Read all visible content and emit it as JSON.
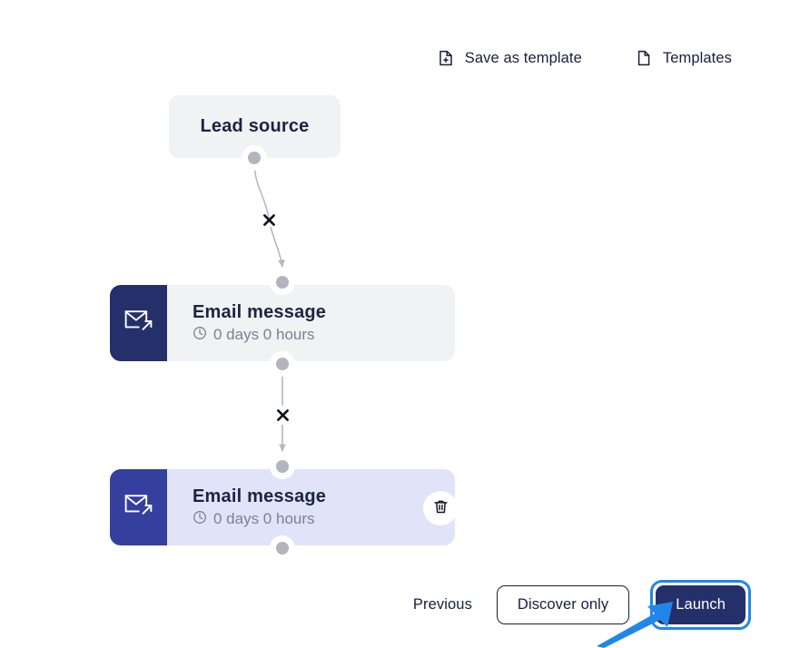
{
  "toolbar": {
    "items": [
      {
        "label": "Save as template",
        "icon": "document-plus-icon",
        "name": "save-as-template-button"
      },
      {
        "label": "Templates",
        "icon": "document-icon",
        "name": "templates-button"
      }
    ]
  },
  "flow": {
    "nodes": [
      {
        "id": "lead-source",
        "type": "trigger",
        "title": "Lead source",
        "selected": false,
        "background": "#f1f2f4"
      },
      {
        "id": "email-message-1",
        "type": "email",
        "title": "Email message",
        "delay": "0 days 0 hours",
        "icon": "email-send-icon",
        "selected": false,
        "background": "#f1f2f4",
        "icon_panel_color": "#25306a"
      },
      {
        "id": "email-message-2",
        "type": "email",
        "title": "Email message",
        "delay": "0 days 0 hours",
        "icon": "email-send-icon",
        "selected": true,
        "background": "#e1e4f8",
        "icon_panel_color": "#343f9e",
        "delete_icon": "trash-icon"
      }
    ],
    "edges": [
      {
        "from": "lead-source",
        "to": "email-message-1",
        "marker": "x",
        "style": "curved"
      },
      {
        "from": "email-message-1",
        "to": "email-message-2",
        "marker": "x",
        "style": "straight"
      }
    ],
    "edge_color": "#b5b8bf",
    "dot_color": "#b2b5bd"
  },
  "footer": {
    "previous_label": "Previous",
    "discover_label": "Discover only",
    "launch_label": "Launch",
    "launch_focus_color": "#2186ea",
    "launch_background": "#25306a"
  },
  "annotation": {
    "pointer": "blue-arrow-cursor",
    "color": "#2186ea",
    "points_at": "Launch"
  }
}
